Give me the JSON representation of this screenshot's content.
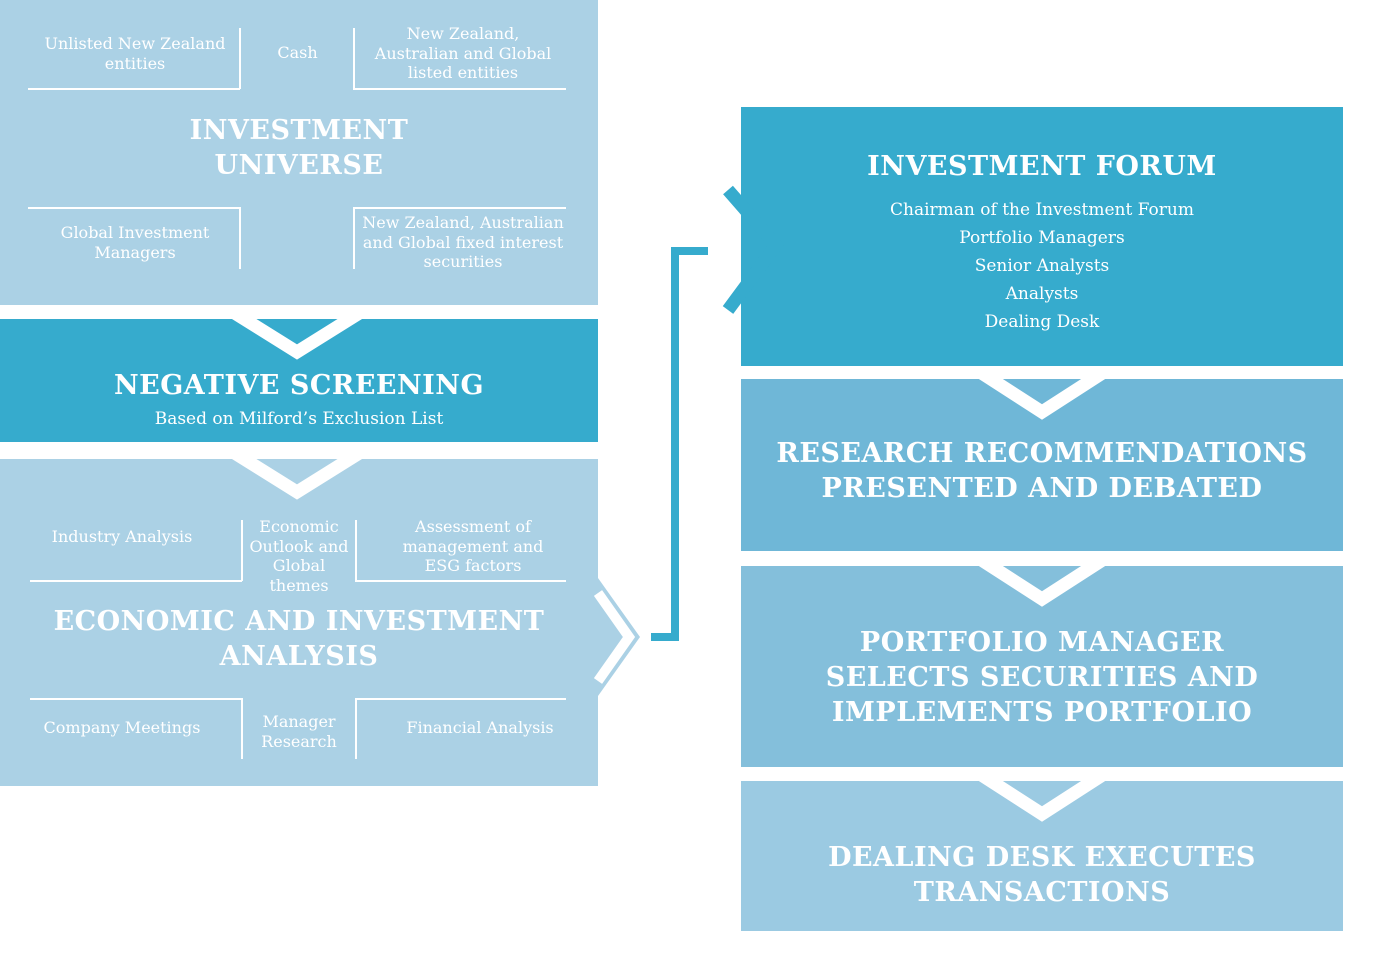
{
  "colors": {
    "light": "#abd1e5",
    "dark": "#36abcd",
    "research": "#6fb7d7",
    "portfolio": "#84bfdb",
    "dealing": "#9bcae2",
    "connector": "#36abcd"
  },
  "universe": {
    "title": "INVESTMENT\nUNIVERSE",
    "top_cells": [
      "Unlisted New Zealand\nentities",
      "Cash",
      "New Zealand,\nAustralian and Global\nlisted entities"
    ],
    "bottom_cells": [
      "Global Investment\nManagers",
      "New Zealand, Australian\nand Global fixed interest\nsecurities"
    ]
  },
  "screening": {
    "title": "NEGATIVE SCREENING",
    "subtitle": "Based on Milford’s Exclusion List"
  },
  "analysis": {
    "title": "ECONOMIC AND INVESTMENT\nANALYSIS",
    "top_cells": [
      "Industry Analysis",
      "Economic\nOutlook and\nGlobal\nthemes",
      "Assessment of\nmanagement and\nESG factors"
    ],
    "bottom_cells": [
      "Company Meetings",
      "Manager\nResearch",
      "Financial Analysis"
    ]
  },
  "forum": {
    "title": "INVESTMENT FORUM",
    "members": [
      "Chairman of the Investment Forum",
      "Portfolio Managers",
      "Senior Analysts",
      "Analysts",
      "Dealing Desk"
    ]
  },
  "research": {
    "title": "RESEARCH RECOMMENDATIONS\nPRESENTED AND DEBATED"
  },
  "portfolio": {
    "title": "PORTFOLIO MANAGER\nSELECTS SECURITIES AND\nIMPLEMENTS PORTFOLIO"
  },
  "dealing": {
    "title": "DEALING DESK EXECUTES\nTRANSACTIONS"
  }
}
